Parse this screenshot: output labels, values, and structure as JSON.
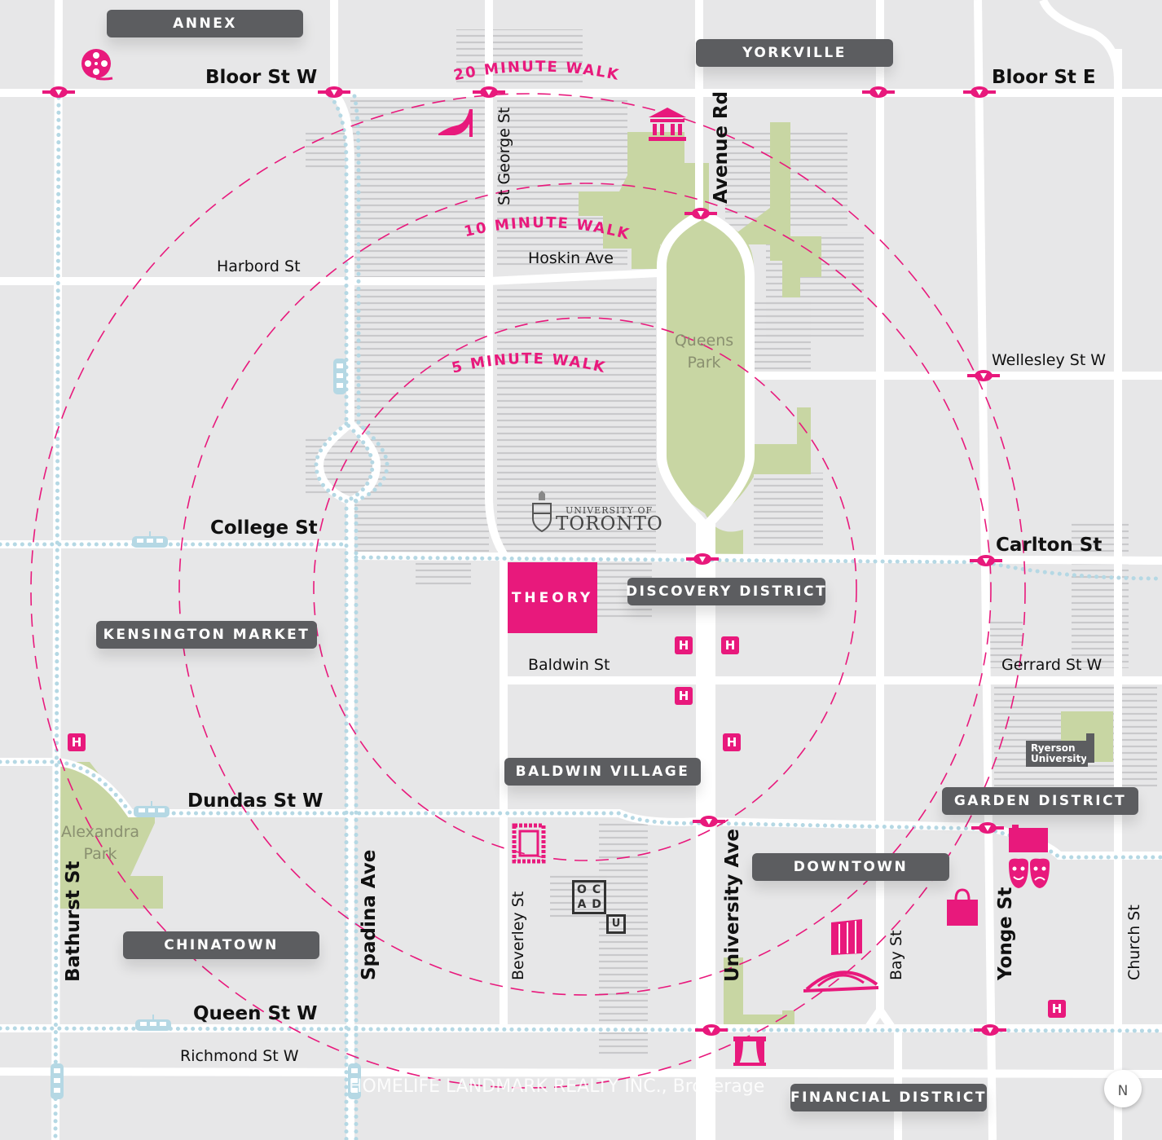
{
  "neighbourhoods": {
    "annex": "ANNEX",
    "yorkville": "YORKVILLE",
    "discovery_district": "DISCOVERY DISTRICT",
    "kensington_market": "KENSINGTON MARKET",
    "baldwin_village": "BALDWIN VILLAGE",
    "garden_district": "GARDEN DISTRICT",
    "downtown": "DOWNTOWN",
    "chinatown": "CHINATOWN",
    "financial_district": "FINANCIAL DISTRICT"
  },
  "streets": {
    "bloor_w": "Bloor St W",
    "bloor_e": "Bloor St E",
    "harbord": "Harbord St",
    "hoskin": "Hoskin Ave",
    "wellesley": "Wellesley St W",
    "college": "College St",
    "carlton": "Carlton St",
    "baldwin": "Baldwin St",
    "gerrard": "Gerrard St W",
    "dundas": "Dundas St W",
    "queen": "Queen St W",
    "richmond": "Richmond St W",
    "st_george": "St George St",
    "avenue_rd": "Avenue Rd",
    "spadina": "Spadina Ave",
    "bathurst": "Bathurst St",
    "beverley": "Beverley St",
    "university": "University Ave",
    "bay": "Bay St",
    "yonge": "Yonge St",
    "church": "Church St"
  },
  "walk_rings": {
    "five": "5 MINUTE WALK",
    "ten": "10 MINUTE WALK",
    "twenty": "20 MINUTE WALK"
  },
  "parks": {
    "queens_park_1": "Queens",
    "queens_park_2": "Park",
    "alexandra_1": "Alexandra",
    "alexandra_2": "Park"
  },
  "landmarks": {
    "theory": "THEORY",
    "uoft_small": "UNIVERSITY OF",
    "uoft_big": "TORONTO",
    "ryerson_1": "Ryerson",
    "ryerson_2": "University",
    "ocad": [
      "O",
      "C",
      "A",
      "D",
      "U"
    ],
    "hospital_symbol": "H"
  },
  "watermark": "HOMELIFE LANDMARK REALTY INC., Brokerage",
  "north": "N",
  "colors": {
    "background": "#e7e7e8",
    "road": "#ffffff",
    "park": "#c8d6a3",
    "accent": "#e8197c",
    "transit": "#b5d8e4",
    "label_bg": "#5c5d60"
  },
  "icons": [
    "film-reel-icon",
    "high-heel-icon",
    "museum-icon",
    "ttc-subway-icon",
    "streetcar-icon",
    "hospital-icon",
    "stamp-icon",
    "shopping-bag-icon",
    "theatre-masks-icon",
    "concert-hall-icon",
    "theatre-icon",
    "compass-icon"
  ]
}
